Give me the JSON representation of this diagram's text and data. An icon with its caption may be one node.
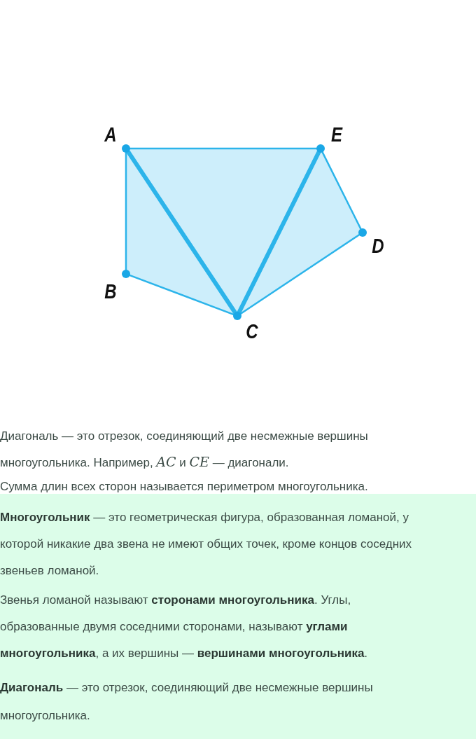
{
  "diagram": {
    "nodes": [
      {
        "text": [
          "A"
        ]
      },
      {
        "text": [
          "E"
        ]
      },
      {
        "text": [
          "D"
        ]
      },
      {
        "text": [
          "B"
        ]
      },
      {
        "text": [
          "C"
        ]
      }
    ],
    "edges": [
      {
        "from": 0,
        "to": 3,
        "arrow": "none"
      },
      {
        "from": 3,
        "to": 4,
        "arrow": "none"
      },
      {
        "from": 4,
        "to": 2,
        "arrow": "none"
      },
      {
        "from": 2,
        "to": 1,
        "arrow": "none"
      },
      {
        "from": 1,
        "to": 0,
        "arrow": "none"
      },
      {
        "from": 0,
        "to": 4,
        "arrow": "none",
        "style": "thick"
      },
      {
        "from": 4,
        "to": 1,
        "arrow": "none",
        "style": "thick"
      }
    ],
    "labels": [
      "Диагональ — это отрезок, соединяющий две несмежные вершины многоугольника. Например, *AC* и *CE* — диагонали.",
      "Сумма длин всех сторон называется периметром многоугольника.",
      "**Многоугольник** — это геометрическая фигура, образованная ломаной, у которой никакие два звена не имеют общих точек, кроме концов соседних звеньев ломаной.",
      "Звенья ломаной называют **сторонами многоугольника**. Углы, образованные двумя соседними сторонами, называют **углами многоугольника**, а их вершины — **вершинами многоугольника**.",
      "**Диагональ** — это отрезок, соединяющий две несмежные вершины многоугольника."
    ]
  }
}
